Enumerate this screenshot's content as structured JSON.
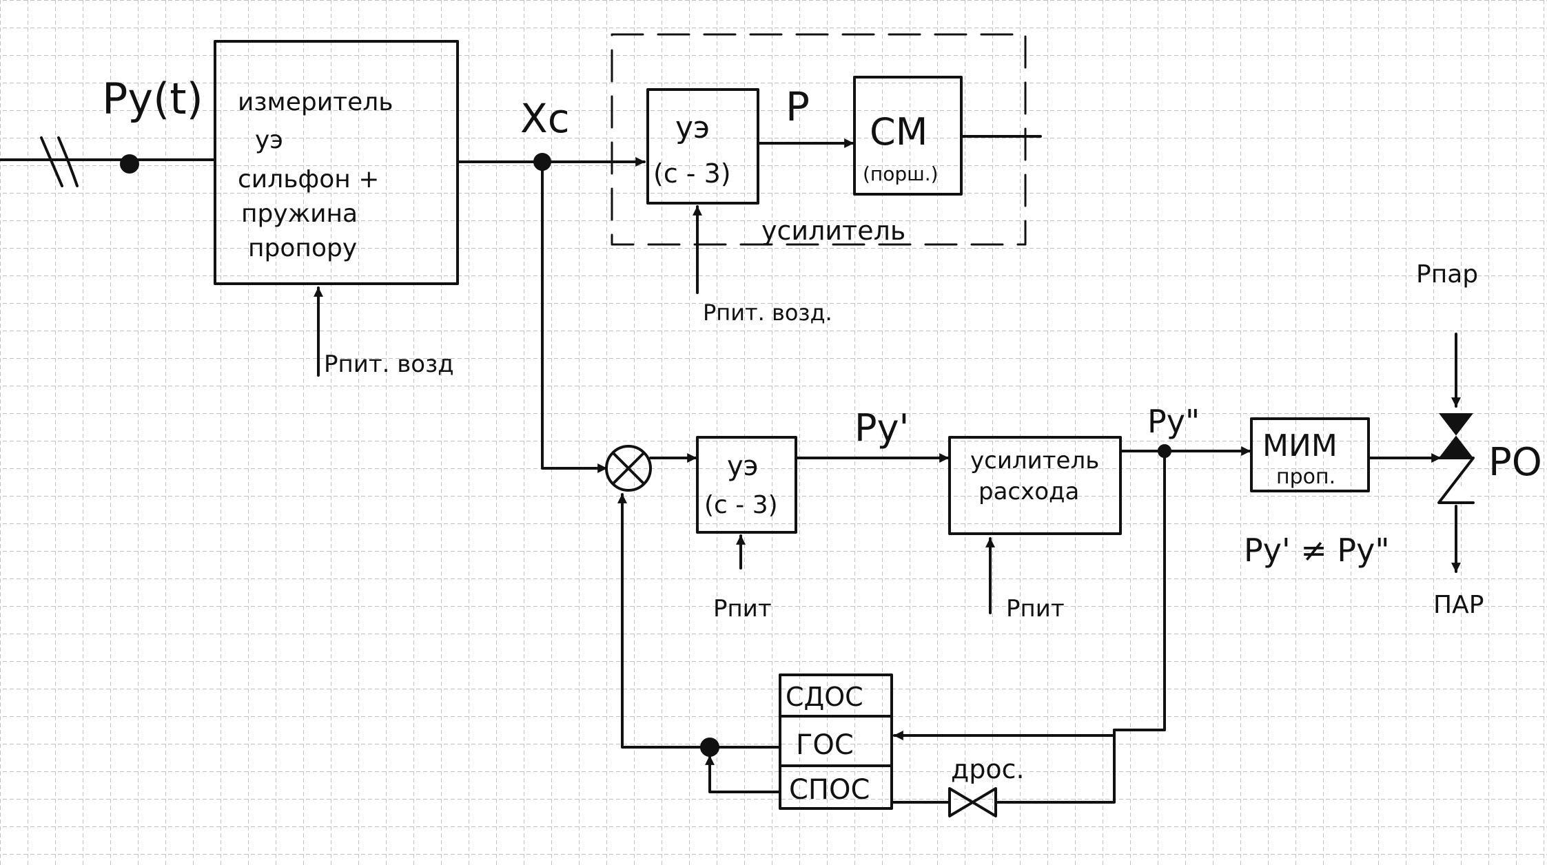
{
  "colors": {
    "ink": "#111111",
    "grid": "#9a9a9a",
    "paper": "#ffffff"
  },
  "labels": {
    "input_signal": "Pу(t)",
    "xc": "Xс",
    "p": "P",
    "py1": "Pу'",
    "py2": "Pу\"",
    "ro": "РО",
    "p_par": "Pпар",
    "par": "ПАР",
    "ne": "Pу' ≠ Pу\""
  },
  "meter": {
    "lines": [
      "измеритель",
      "уэ",
      "сильфон +",
      "пружина",
      "пропору"
    ],
    "supply": "Pпит. возд"
  },
  "ue_top": {
    "line1": "уэ",
    "line2": "(с - 3)",
    "supply": "Pпит. возд."
  },
  "cm": {
    "line1": "СМ",
    "line2": "(порш.)"
  },
  "amplifier_caption": "усилитель",
  "ue_bottom": {
    "line1": "уэ",
    "line2": "(с - 3)",
    "supply": "Pпит"
  },
  "flow_amp": {
    "line1": "усилитель",
    "line2": "расхода",
    "supply": "Pпит"
  },
  "mim": {
    "line1": "МИМ",
    "line2": "проп."
  },
  "feedback": {
    "sdos": "СДОС",
    "gos": "ГОС",
    "spos": "СПОС",
    "dros": "дрос."
  }
}
